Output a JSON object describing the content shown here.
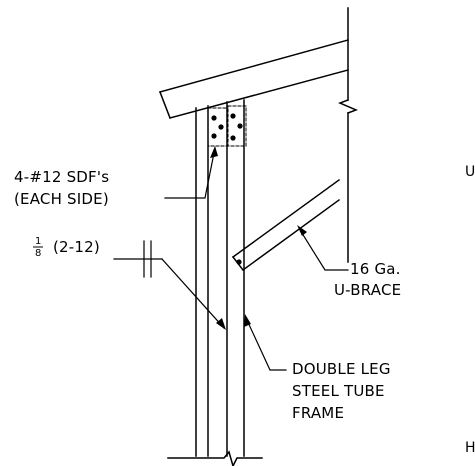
{
  "diagram": {
    "notes": {
      "fastener_line1": "4-#12 SDF's",
      "fastener_line2": "(EACH SIDE)",
      "weld_fraction_numerator": "1",
      "weld_fraction_denominator": "8",
      "weld_spec": "(2-12)",
      "brace_line1": "16 Ga.",
      "brace_line2": "U-BRACE",
      "frame_line1": "DOUBLE LEG",
      "frame_line2": "STEEL TUBE",
      "frame_line3": "FRAME",
      "edge_letter_top": "U",
      "edge_letter_bottom": "H"
    }
  }
}
